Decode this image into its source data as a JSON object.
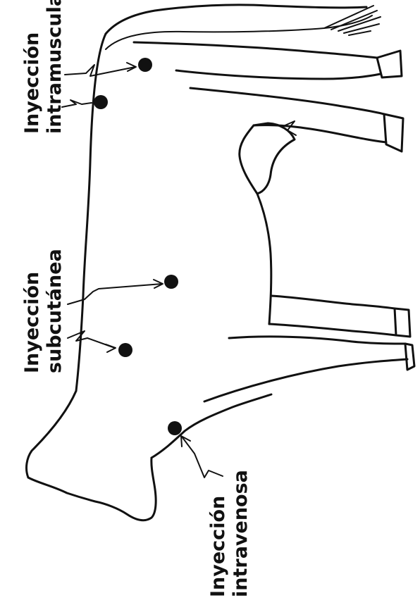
{
  "labels": {
    "intramuscular": {
      "line1": "Inyección",
      "line2": "intramuscular"
    },
    "subcutanea": {
      "line1": "Inyección",
      "line2": "subcutánea"
    },
    "intravenosa": {
      "line1": "Inyección",
      "line2": "intravenosa"
    }
  },
  "colors": {
    "ink": "#111111",
    "background": "#ffffff"
  }
}
